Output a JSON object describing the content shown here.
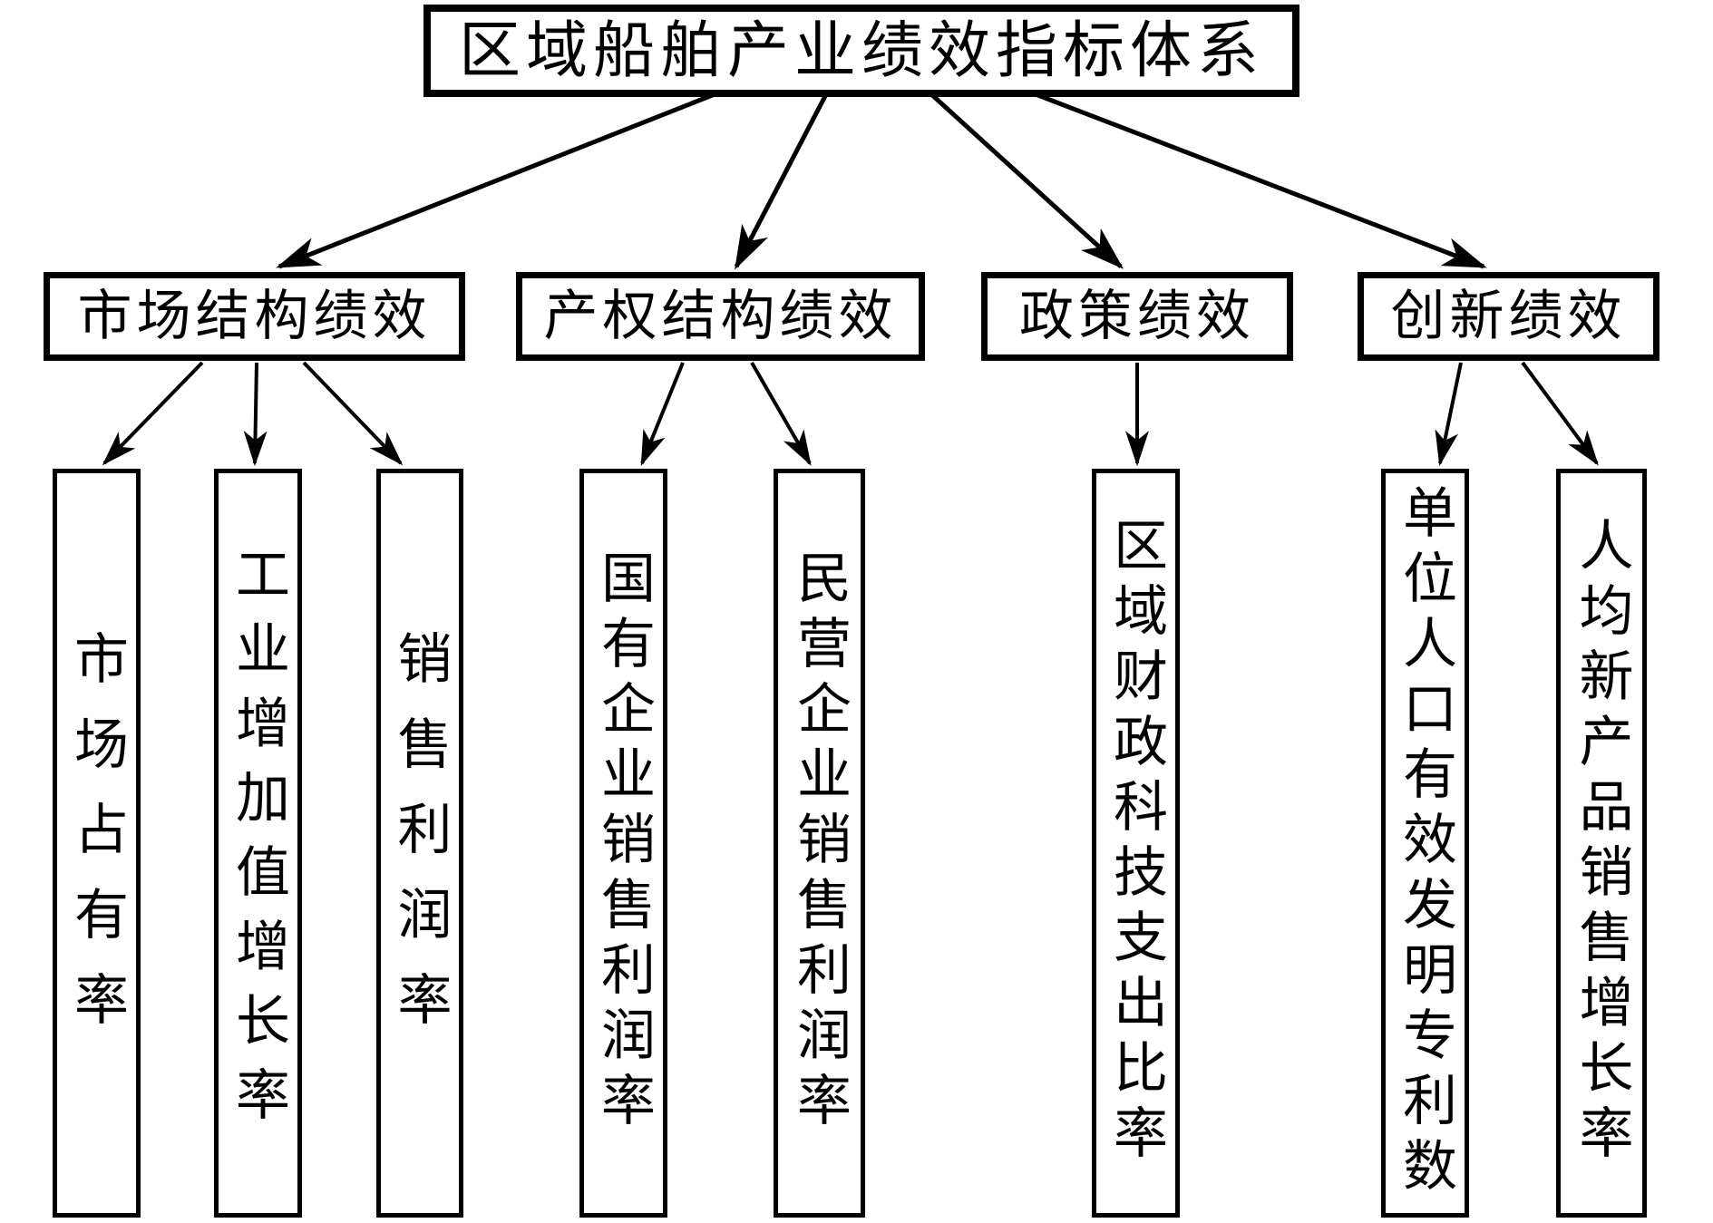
{
  "diagram": {
    "title": "区域船舶产业绩效指标体系",
    "branches": [
      {
        "label": "市场结构绩效",
        "indicators": [
          "市场占有率",
          "工业增加值增长率",
          "销售利润率"
        ]
      },
      {
        "label": "产权结构绩效",
        "indicators": [
          "国有企业销售利润率",
          "民营企业销售利润率"
        ]
      },
      {
        "label": "政策绩效",
        "indicators": [
          "区域财政科技支出比率"
        ]
      },
      {
        "label": "创新绩效",
        "indicators": [
          "单位人口有效发明专利数",
          "人均新产品销售增长率"
        ]
      }
    ],
    "colors": {
      "line": "#000000",
      "box_background": "#ffffff",
      "text": "#000000"
    }
  }
}
